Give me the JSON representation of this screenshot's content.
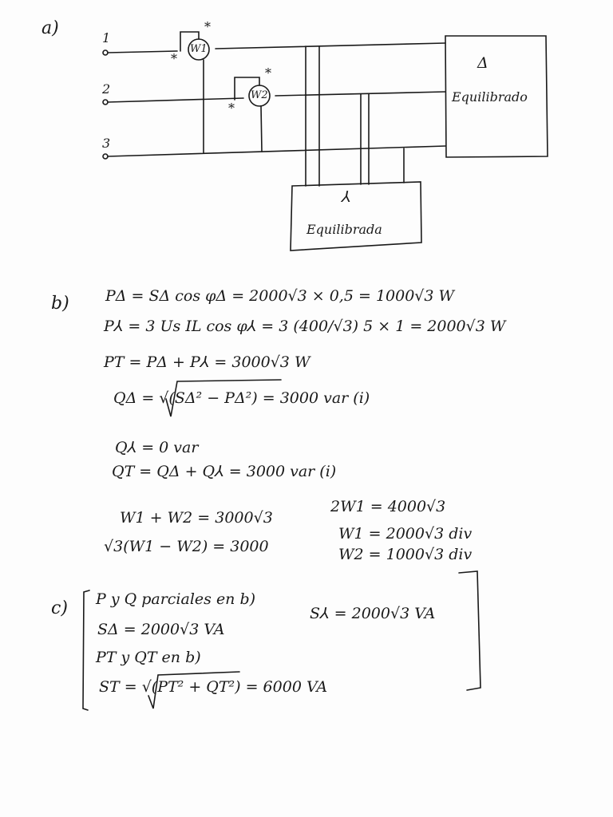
{
  "section_a": {
    "label": "a)",
    "line_1": "1",
    "line_2": "2",
    "line_3": "3",
    "wattmeter_1": "W1",
    "wattmeter_2": "W2",
    "star": "*",
    "delta_symbol": "Δ",
    "delta_load": "Equilibrado",
    "wye_symbol": "⅄",
    "wye_load": "Equilibrada"
  },
  "section_b": {
    "label": "b)",
    "lines": [
      "PΔ = SΔ cos φΔ = 2000√3 × 0,5 = 1000√3 W",
      "P⅄ = 3 Us IL cos φ⅄ = 3 (400/√3) 5 × 1 = 2000√3 W",
      "PT = PΔ + P⅄ = 3000√3 W",
      "QΔ = √(SΔ² − PΔ²) = 3000 var (i)",
      "Q⅄ = 0 var",
      "QT = QΔ + Q⅄ = 3000 var (i)"
    ],
    "system": {
      "eq1": "W1 + W2 = 3000√3",
      "eq2": "√3(W1 − W2) = 3000",
      "res0": "2W1 = 4000√3",
      "res1": "W1 = 2000√3  div",
      "res2": "W2 = 1000√3  div"
    }
  },
  "section_c": {
    "label": "c)",
    "lines": [
      "P y Q parciales en b)",
      "SΔ = 2000√3 VA",
      "PT y QT en b)",
      "ST = √(PT² + QT²) = 6000 VA"
    ],
    "s_wye": "S⅄ = 2000√3 VA"
  }
}
